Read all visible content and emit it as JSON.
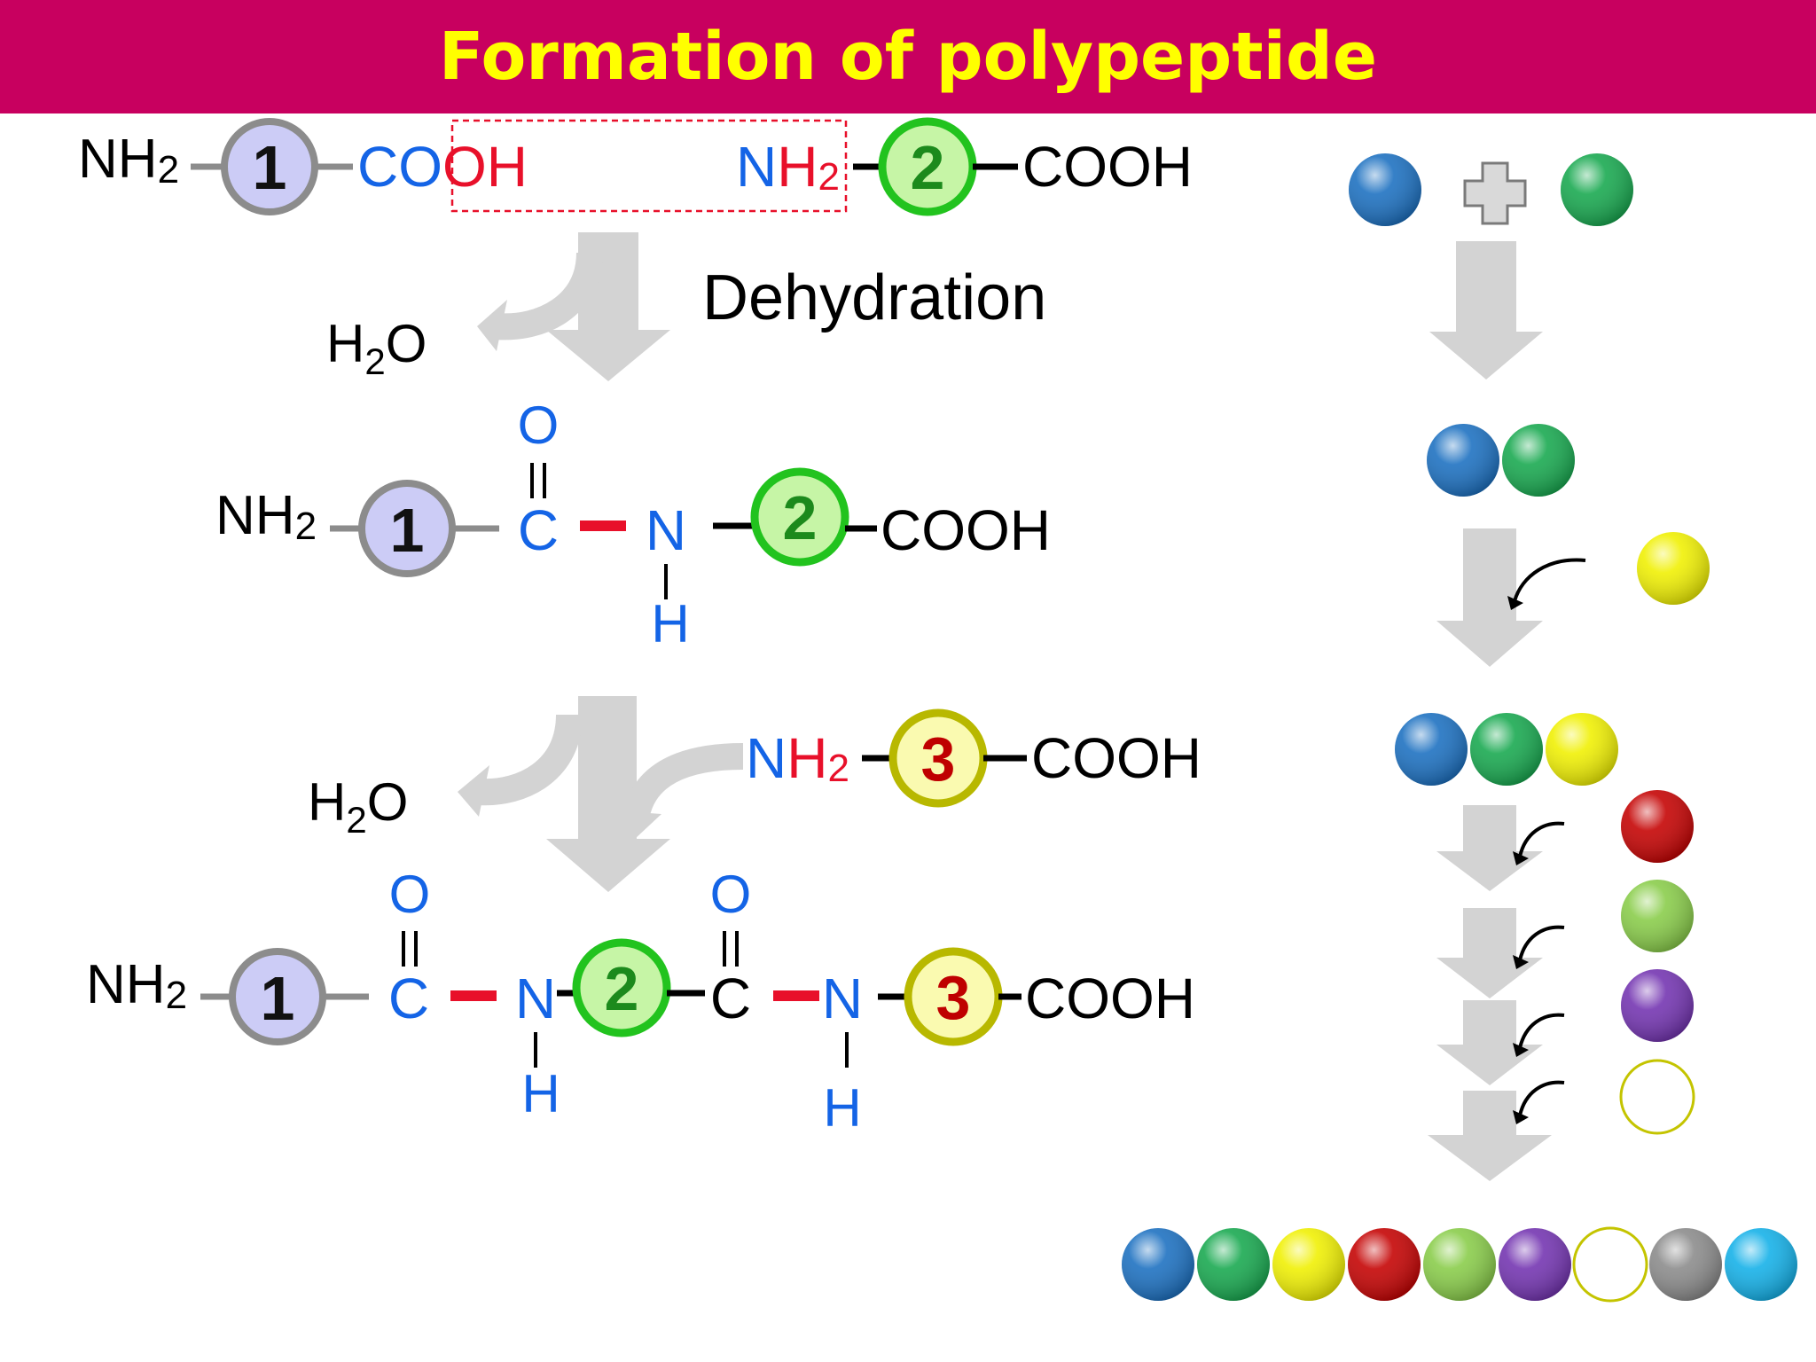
{
  "title": "Formation of polypeptide",
  "labels": {
    "nh2": "NH",
    "sub2": "2",
    "cooh": "COOH",
    "co": "CO",
    "oh": "OH",
    "n": "N",
    "h": "H",
    "c": "C",
    "o": "O",
    "dehydration": "Dehydration",
    "h2o_h": "H",
    "h2o_o": "O"
  },
  "amino_acids": [
    {
      "num": "1",
      "fill": "#ccccf6",
      "stroke": "#8c8c8c",
      "text_color": "#111111"
    },
    {
      "num": "2",
      "fill": "#c6f5a6",
      "stroke": "#22c31e",
      "text_color": "#1c8a1c"
    },
    {
      "num": "3",
      "fill": "#fafab0",
      "stroke": "#b8b800",
      "text_color": "#bf0000"
    }
  ],
  "colors": {
    "blue_text": "#1464e6",
    "red_text": "#e8102a",
    "peptide_bond": "#e8102a",
    "bond_black": "#000000",
    "arrow_gray": "#d3d3d3"
  },
  "bead_colors": {
    "blue": "#1a6fc0",
    "green": "#16a84e",
    "yellow": "#f0f000",
    "red": "#c40000",
    "light_green": "#88cc48",
    "purple": "#7232b0",
    "white": "#ffffff",
    "gray": "#8a8a8a",
    "cyan": "#12b0e8"
  },
  "icons": [
    "plus-icon",
    "curved-arrow-icon",
    "down-arrow-icon"
  ]
}
